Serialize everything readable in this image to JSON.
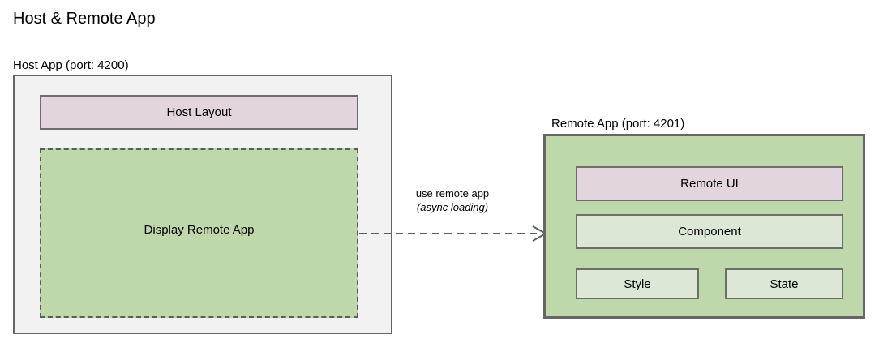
{
  "page": {
    "title": "Host & Remote App"
  },
  "host": {
    "label": "Host App (port: 4200)",
    "layout_box": "Host Layout",
    "remote_slot_box": "Display Remote App"
  },
  "remote": {
    "label": "Remote App (port: 4201)",
    "ui_box": "Remote UI",
    "component_box": "Component",
    "style_box": "Style",
    "state_box": "State"
  },
  "connector": {
    "caption_line1": "use remote app",
    "caption_line2": "(async loading)",
    "style": "dashed",
    "direction": "host-to-remote",
    "arrowhead": "open-arrow-right"
  },
  "colors": {
    "pink_fill": "#e3d5de",
    "green_fill": "#bed7ab",
    "light_green_fill": "#dce8d5",
    "panel_fill": "#f2f2f2",
    "border_gray": "#666666",
    "box_border_gray": "#6d6d6d",
    "dashed_border": "#56605a",
    "text": "#000000",
    "background": "#ffffff"
  }
}
